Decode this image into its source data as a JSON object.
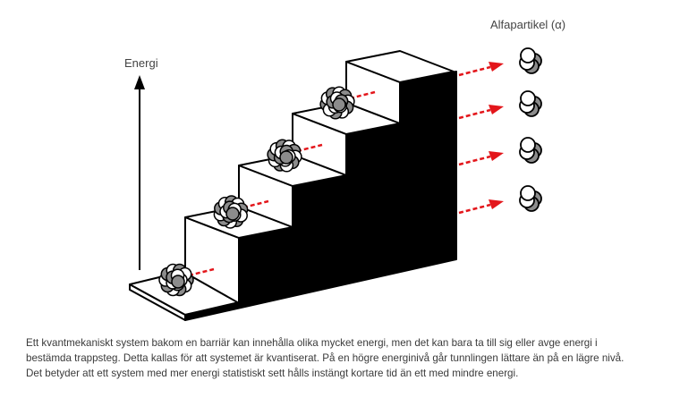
{
  "labels": {
    "energy_axis": "Energi",
    "alpha_particle": "Alfapartikel (α)"
  },
  "caption": [
    "Ett kvantmekaniskt system bakom en barriär kan innehålla olika mycket energi, men det kan bara ta till sig eller avge energi i",
    "bestämda trappsteg. Detta kallas för att systemet är kvantiserat. På en högre energinivå går tunnlingen lättare än på en lägre nivå.",
    "Det betyder att ett system med mer energi statistiskt sett hålls instängt kortare tid än ett med mindre energi."
  ],
  "colors": {
    "arrow": "#e3161b",
    "nucleon_grey": "#8c8c8c",
    "step_side": "#000000"
  },
  "diagram": {
    "energy_levels": 5,
    "emitted_alpha_particles": 4
  }
}
